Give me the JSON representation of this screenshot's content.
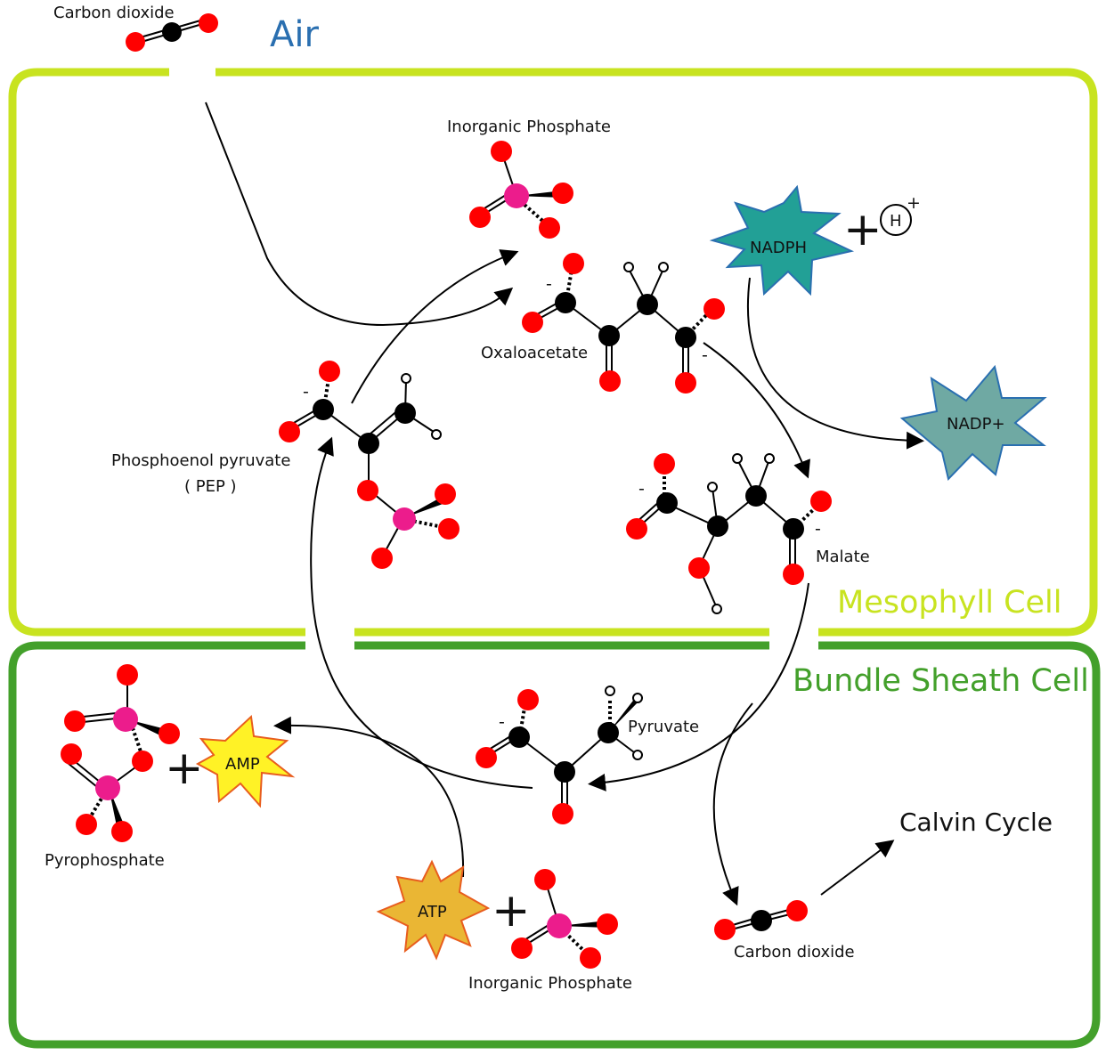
{
  "title": "C4 Carbon Fixation Pathway",
  "regions": {
    "air": {
      "label": "Air",
      "color": "#2a6fb0"
    },
    "mesophyll": {
      "label": "Mesophyll Cell",
      "color": "#c8e320"
    },
    "bundle_sheath": {
      "label": "Bundle Sheath Cell",
      "color": "#43a02b"
    }
  },
  "colors": {
    "oxygen": "#ff0000",
    "carbon": "#000000",
    "phosphorus": "#ec1c8c",
    "hydrogen": "#ffffff",
    "nadph": "#22a096",
    "nadp": "#6fa9a3",
    "amp": "#fff226",
    "atp": "#eab634",
    "star_stroke_blue": "#2a6fb0",
    "star_stroke_orange": "#e85d1e"
  },
  "molecules": {
    "co2_air": {
      "label": "Carbon dioxide"
    },
    "pi_top": {
      "label": "Inorganic Phosphate"
    },
    "oxaloacetate": {
      "label": "Oxaloacetate"
    },
    "pep": {
      "label": "Phosphoenol pyruvate",
      "sublabel": "( PEP )"
    },
    "malate": {
      "label": "Malate"
    },
    "pyruvate": {
      "label": "Pyruvate"
    },
    "pyrophosphate": {
      "label": "Pyrophosphate"
    },
    "pi_bottom": {
      "label": "Inorganic Phosphate"
    },
    "co2_bundle": {
      "label": "Carbon dioxide"
    }
  },
  "cofactors": {
    "nadph": {
      "label": "NADPH"
    },
    "nadp": {
      "label": "NADP+"
    },
    "proton": {
      "label": "H",
      "charge": "+"
    },
    "amp": {
      "label": "AMP"
    },
    "atp": {
      "label": "ATP"
    }
  },
  "symbols": {
    "plus": "+",
    "minus": "-"
  },
  "calvin_cycle": {
    "label": "Calvin Cycle"
  }
}
